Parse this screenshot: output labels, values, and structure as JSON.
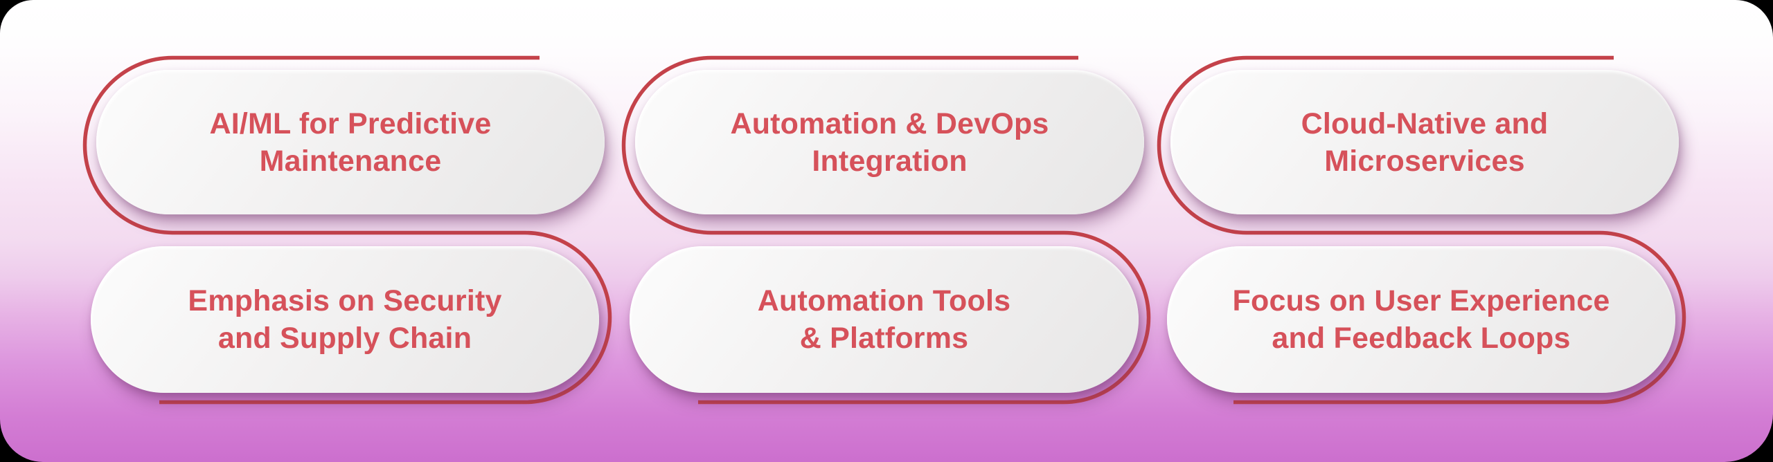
{
  "colors": {
    "serpentine_line": "#C4424A",
    "card_text": "#D6515A",
    "background_top": "#FFFFFF",
    "background_bottom": "#CC6FCE",
    "outside_corners": "#000000",
    "card_surface": "#F0EFEF"
  },
  "cards": [
    {
      "id": "ai-ml-predictive-maintenance",
      "lines": [
        "AI/ML for Predictive",
        "Maintenance"
      ]
    },
    {
      "id": "automation-devops-integration",
      "lines": [
        "Automation & DevOps",
        "Integration"
      ]
    },
    {
      "id": "cloud-native-microservices",
      "lines": [
        "Cloud-Native and",
        "Microservices"
      ]
    },
    {
      "id": "emphasis-security-supply-chain",
      "lines": [
        "Emphasis on Security",
        "and Supply Chain"
      ]
    },
    {
      "id": "automation-tools-platforms",
      "lines": [
        "Automation Tools",
        "& Platforms"
      ]
    },
    {
      "id": "focus-user-experience-feedback",
      "lines": [
        "Focus on User Experience",
        "and Feedback Loops"
      ]
    }
  ]
}
